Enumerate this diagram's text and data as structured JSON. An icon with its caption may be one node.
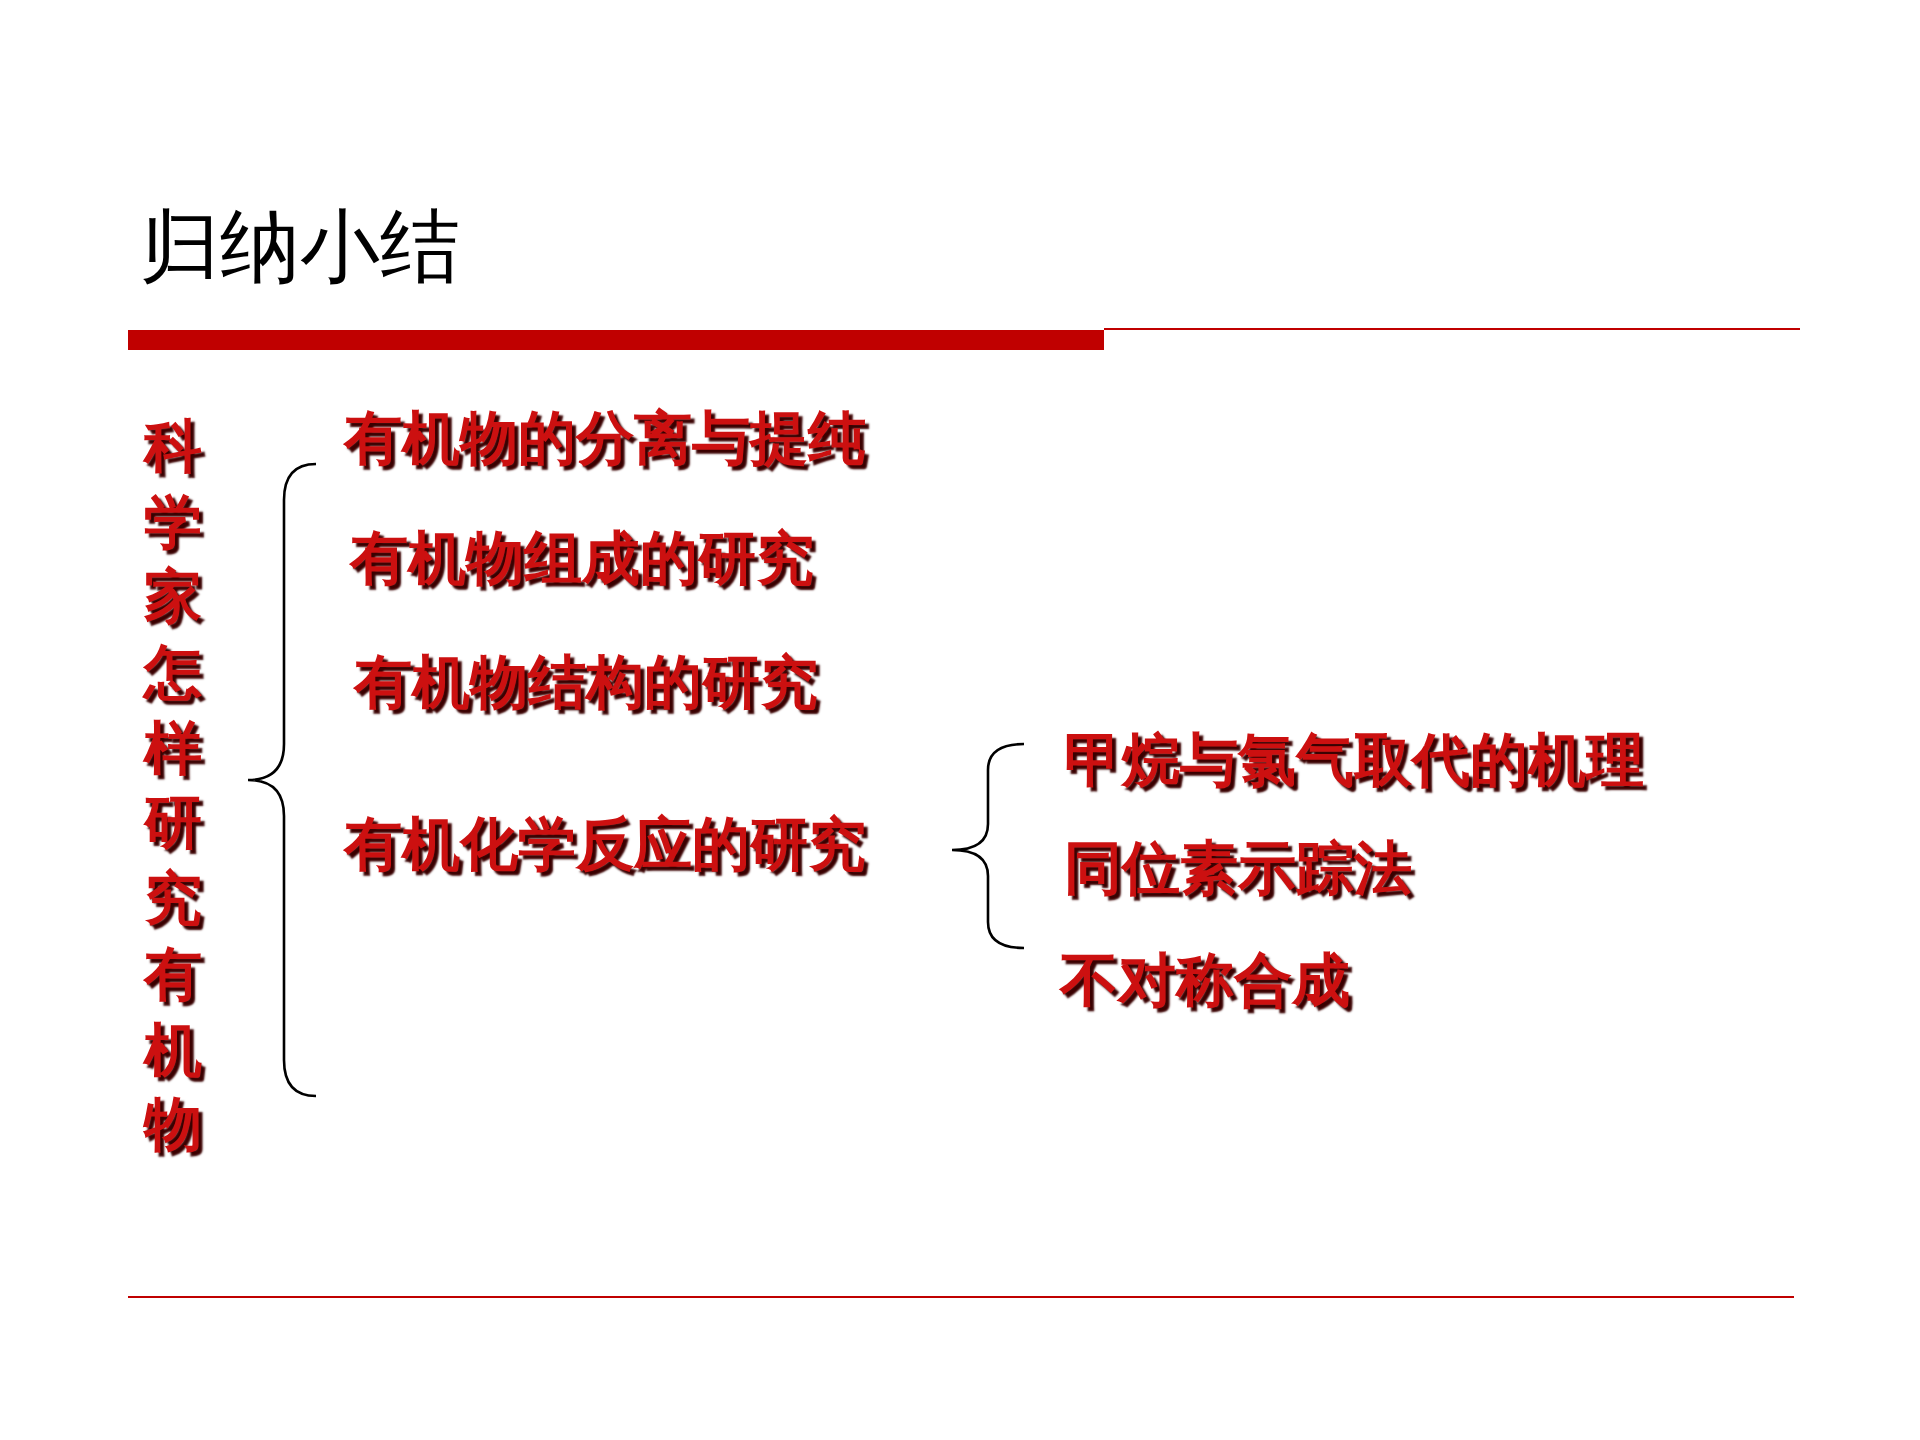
{
  "diagram": {
    "title": "归纳小结",
    "labels": [
      "科学家怎样研究有机物",
      "有机物的分离与提纯",
      "有机物组成的研究",
      "有机物结构的研究",
      "有机化学反应的研究",
      "甲烷与氯气取代的机理",
      "同位素示踪法",
      "不对称合成"
    ]
  }
}
